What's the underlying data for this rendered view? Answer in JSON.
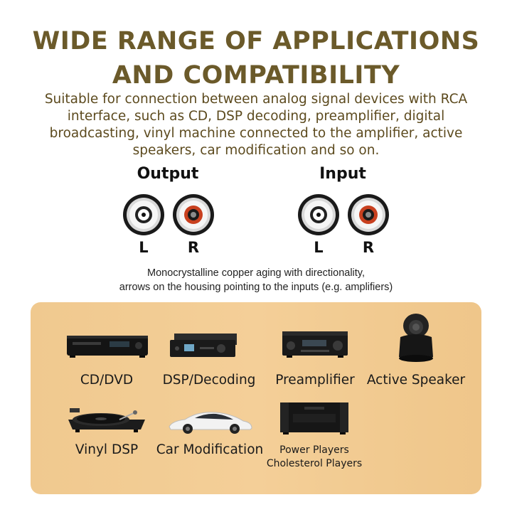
{
  "header": {
    "title_line1": "WIDE RANGE OF APPLICATIONS",
    "title_line2": "AND COMPATIBILITY",
    "description": "Suitable for connection between analog signal devices with RCA interface, such as CD, DSP decoding, preamplifier, digital broadcasting, vinyl machine connected to the amplifier, active speakers, car modification and so on."
  },
  "ports": {
    "output_label": "Output",
    "input_label": "Input",
    "left_label": "L",
    "right_label": "R"
  },
  "note": {
    "line1": "Monocrystalline copper aging with directionality,",
    "line2": "arrows on the housing pointing to the inputs (e.g. amplifiers)"
  },
  "devices": {
    "cd_dvd": "CD/DVD",
    "dsp": "DSP/Decoding",
    "preamp": "Preamplifier",
    "speaker": "Active Speaker",
    "vinyl": "Vinyl DSP",
    "car": "Car Modification",
    "power_line1": "Power Players",
    "power_line2": "Cholesterol Players"
  },
  "colors": {
    "title": "#6b5a2a",
    "panel": "#f2cb92",
    "jack_red": "#c8401f",
    "jack_white": "#f4f4f4"
  }
}
